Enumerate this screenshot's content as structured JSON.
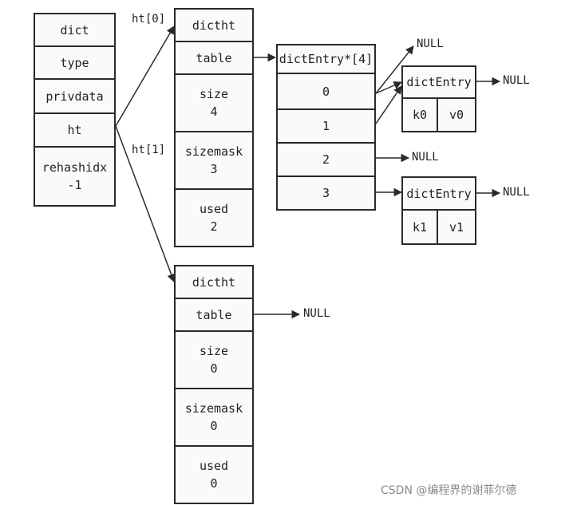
{
  "dict": {
    "cells": [
      "dict",
      "type",
      "privdata",
      "ht",
      "rehashidx",
      "-1"
    ]
  },
  "ht_labels": [
    "ht[0]",
    "ht[1]"
  ],
  "ht0": {
    "cells": [
      "dictht",
      "table",
      "size",
      "4",
      "sizemask",
      "3",
      "used",
      "2"
    ]
  },
  "ht1": {
    "cells": [
      "dictht",
      "table",
      "size",
      "0",
      "sizemask",
      "0",
      "used",
      "0"
    ]
  },
  "table_array": {
    "header": "dictEntry*[4]",
    "indexes": [
      "0",
      "1",
      "2",
      "3"
    ]
  },
  "entry0": {
    "title": "dictEntry",
    "key": "k0",
    "value": "v0"
  },
  "entry1": {
    "title": "dictEntry",
    "key": "k1",
    "value": "v1"
  },
  "null_text": "NULL",
  "watermark": "CSDN @编程界的谢菲尔德",
  "colors": {
    "line": "#2a2a2a",
    "cell_bg": "#fafafa",
    "watermark": "#8a8a8a"
  }
}
